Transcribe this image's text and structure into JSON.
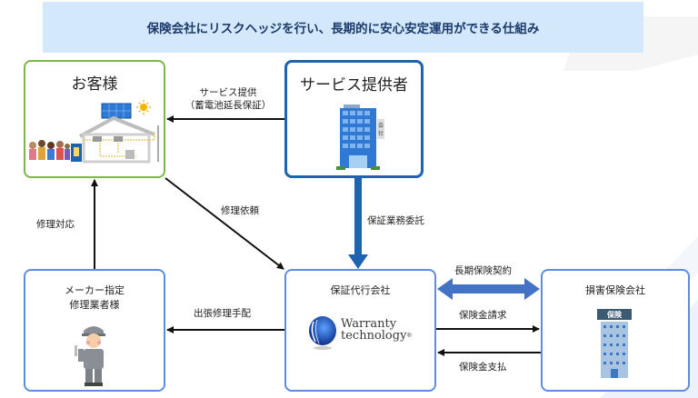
{
  "title": "保険会社にリスクヘッジを行い、長期的に安心安定運用ができる仕組み",
  "nodes": {
    "customer": {
      "label": "お客様",
      "icon": "house-solar-family-icon"
    },
    "provider": {
      "label": "サービス提供者",
      "icon": "office-building-icon",
      "sign": [
        "会",
        "社"
      ]
    },
    "repair": {
      "label_line1": "メーカー指定",
      "label_line2": "修理業者様",
      "icon": "repair-worker-icon"
    },
    "agency": {
      "label": "保証代行会社",
      "logo_line1": "Warranty",
      "logo_line2": "technology",
      "logo_mark": "®"
    },
    "insurer": {
      "label": "損害保険会社",
      "sign": "保険",
      "icon": "insurance-building-icon"
    }
  },
  "edges": {
    "service": {
      "line1": "サービス提供",
      "line2": "（蓄電池延長保証）"
    },
    "repair_request": "修理依頼",
    "repair_response": "修理対応",
    "warranty_outsourcing": "保証業務委託",
    "onsite_repair": "出張修理手配",
    "long_term_contract": "長期保険契約",
    "claim": "保険金請求",
    "payment": "保険金支払"
  },
  "colors": {
    "banner_bg": "#d3e8fb",
    "banner_text": "#1b3a6b",
    "customer_border": "#7ab84a",
    "provider_border": "#1e63b0",
    "box_border": "#5b8ee0",
    "thick_arrow": "#1e63b0",
    "double_arrow": "#4472c4"
  }
}
